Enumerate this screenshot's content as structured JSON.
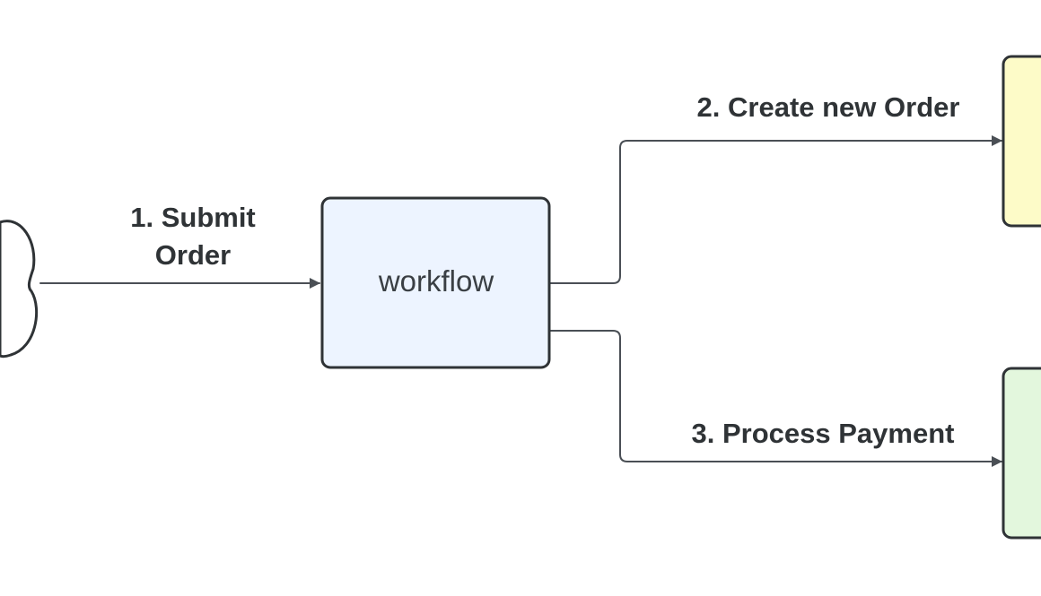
{
  "colors": {
    "stroke": "#2f3336",
    "edge": "#4a4f55",
    "workflow_fill": "#edf4ff",
    "order_fill": "#fdfbc8",
    "payment_fill": "#e3f7dd",
    "cloud_fill": "#ffffff"
  },
  "nodes": {
    "client": {
      "shape": "cloud"
    },
    "workflow": {
      "label": "workflow"
    },
    "order_service": {
      "label": ""
    },
    "payment_service": {
      "label": ""
    }
  },
  "edges": {
    "submit": {
      "label_line1": "1. Submit",
      "label_line2": "Order",
      "from": "client",
      "to": "workflow"
    },
    "create": {
      "label": "2. Create new Order",
      "from": "workflow",
      "to": "order_service"
    },
    "payment": {
      "label": "3. Process Payment",
      "from": "workflow",
      "to": "payment_service"
    }
  }
}
